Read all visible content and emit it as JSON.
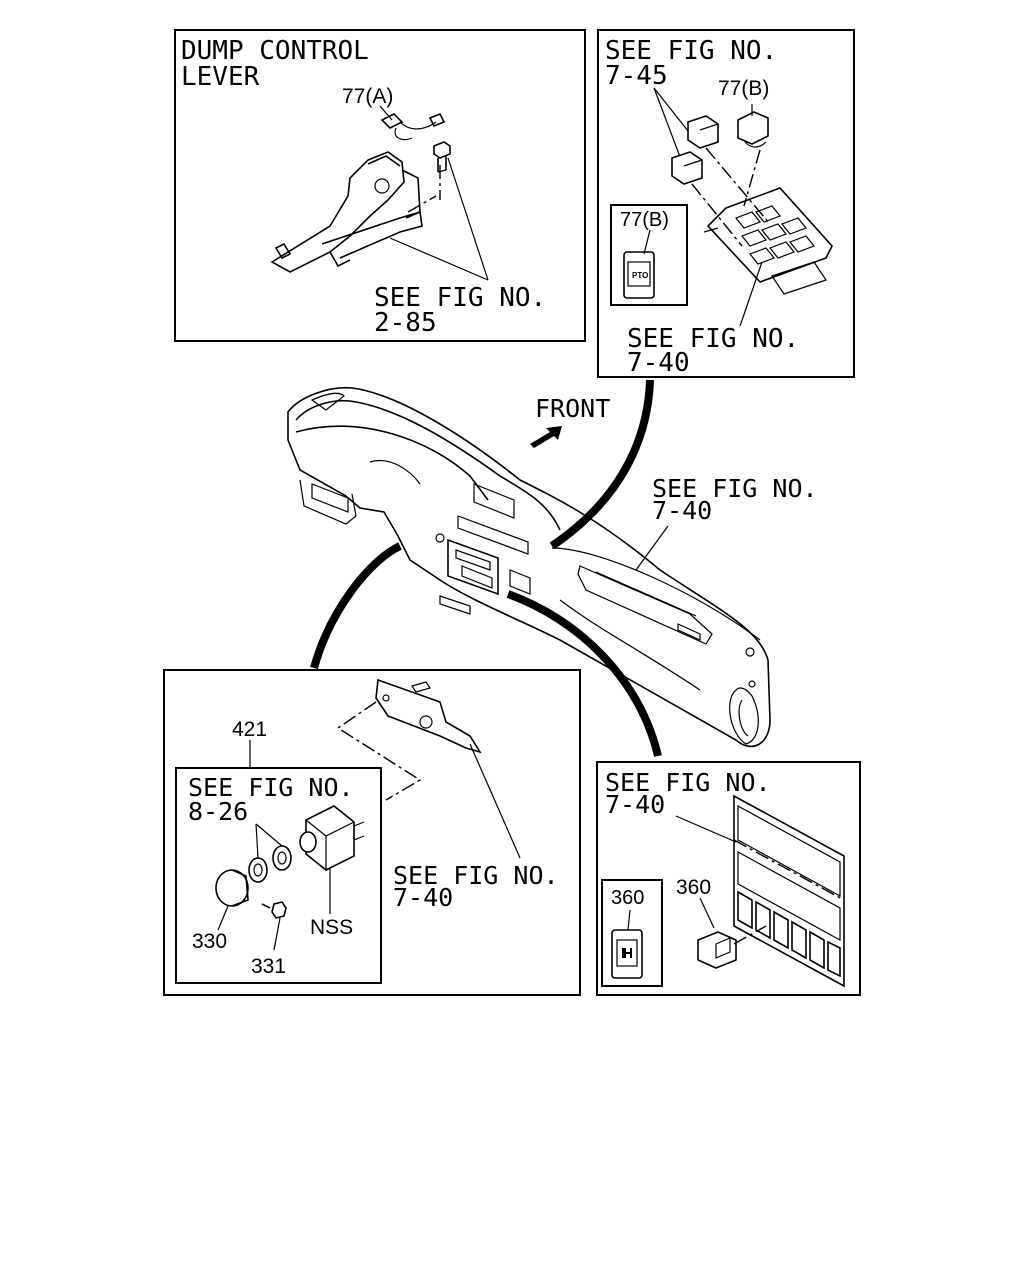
{
  "panels": {
    "dump_lever": {
      "title_line1": "DUMP CONTROL",
      "title_line2": "LEVER",
      "part": "77(A)",
      "ref_line1": "SEE FIG NO.",
      "ref_line2": "2-85"
    },
    "pto_switch": {
      "ref_top_line1": "SEE FIG NO.",
      "ref_top_line2": "7-45",
      "part": "77(B)",
      "inset_part": "77(B)",
      "inset_text": "PTO",
      "ref_bottom_line1": "SEE FIG NO.",
      "ref_bottom_line2": "7-40"
    },
    "dashboard": {
      "front_label": "FRONT",
      "ref_line1": "SEE FIG NO.",
      "ref_line2": "7-40"
    },
    "heater_control": {
      "part_421": "421",
      "inner_ref_line1": "SEE FIG NO.",
      "inner_ref_line2": "8-26",
      "part_330": "330",
      "part_331": "331",
      "part_nss": "NSS",
      "ref_line1": "SEE FIG NO.",
      "ref_line2": "7-40"
    },
    "switch_360": {
      "ref_line1": "SEE FIG NO.",
      "ref_line2": "7-40",
      "inset_part": "360",
      "part": "360"
    }
  },
  "colors": {
    "line": "#000000",
    "background": "#ffffff"
  }
}
